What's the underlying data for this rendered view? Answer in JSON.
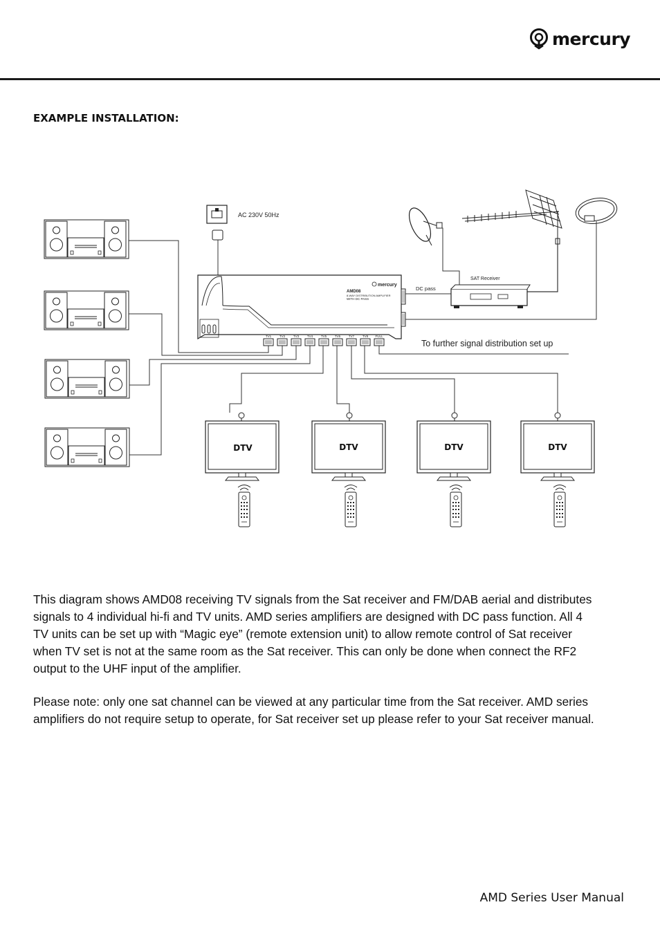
{
  "header": {
    "brand": "mercury",
    "logo_icon": "mercury-logo-icon"
  },
  "section": {
    "heading": "EXAMPLE INSTALLATION:"
  },
  "diagram": {
    "power_label": "AC 230V 50Hz",
    "amp_brand": "mercury",
    "amp_model": "AMD08",
    "amp_line1": "8-WAY DISTRIBUTION AMPLIFIER",
    "amp_line2": "WITH DC PASS",
    "dc_pass_label": "DC pass",
    "sat_receiver_label": "SAT Receiver",
    "further_label": "To further signal distribution set up",
    "ports": [
      "TV1",
      "TV2",
      "TV3",
      "TV4",
      "TV5",
      "TV6",
      "TV7",
      "TV8",
      "FULL"
    ],
    "tv_labels": [
      "DTV",
      "DTV",
      "DTV",
      "DTV"
    ]
  },
  "paragraphs": [
    "This diagram shows AMD08 receiving TV signals from the Sat receiver and FM/DAB aerial and distributes signals to 4 individual hi-fi and TV units. AMD series amplifiers are designed with DC pass function. All 4 TV units can be set up with “Magic eye” (remote extension unit) to allow remote control of Sat receiver when TV set is not at the same room as the Sat receiver. This can only be done when connect the RF2 output to the UHF input of the amplifier.",
    "Please note: only one sat channel can be viewed at any particular time from the Sat receiver. AMD series amplifiers do not require setup to operate, for Sat receiver set up please refer to your Sat receiver manual."
  ],
  "footer": {
    "text": "AMD Series User Manual"
  }
}
